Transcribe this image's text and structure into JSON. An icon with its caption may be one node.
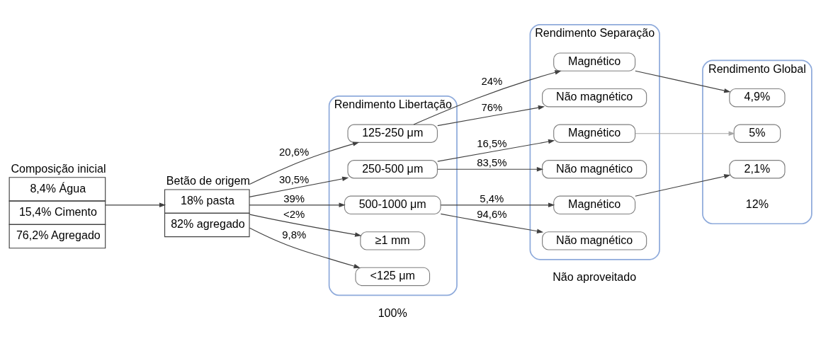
{
  "diagram": {
    "nodes": [
      {
        "text": [
          "Composição inicial",
          "8,4% Água",
          "15,4% Cimento",
          "76,2% Agregado"
        ]
      },
      {
        "text": [
          "Betão de origem",
          "18% pasta",
          "82% agregado"
        ]
      },
      {
        "text": [
          "Rendimento Libertação"
        ]
      },
      {
        "text": [
          "125-250 μm"
        ],
        "in": 2
      },
      {
        "text": [
          "250-500 μm"
        ],
        "in": 2
      },
      {
        "text": [
          "500-1000 μm"
        ],
        "in": 2
      },
      {
        "text": [
          "≥1 mm"
        ],
        "in": 2
      },
      {
        "text": [
          "<125 μm"
        ],
        "in": 2
      },
      {
        "text": [
          "Rendimento Separação"
        ]
      },
      {
        "text": [
          "Magnético"
        ],
        "in": 8
      },
      {
        "text": [
          "Não magnético"
        ],
        "in": 8
      },
      {
        "text": [
          "Magnético"
        ],
        "in": 8
      },
      {
        "text": [
          "Não magnético"
        ],
        "in": 8
      },
      {
        "text": [
          "Magnético"
        ],
        "in": 8
      },
      {
        "text": [
          "Não magnético"
        ],
        "in": 8
      },
      {
        "text": [
          "Rendimento Global"
        ]
      },
      {
        "text": [
          "4,9%"
        ],
        "in": 15
      },
      {
        "text": [
          "5%"
        ],
        "in": 15
      },
      {
        "text": [
          "2,1%"
        ],
        "in": 15
      }
    ],
    "edges": [
      {
        "from": 0,
        "to": 1,
        "arrow": "to"
      },
      {
        "from": 1,
        "to": 3,
        "arrow": "to",
        "label": "20,6%"
      },
      {
        "from": 1,
        "to": 4,
        "arrow": "to",
        "label": "30,5%"
      },
      {
        "from": 1,
        "to": 5,
        "arrow": "to",
        "label": "39%"
      },
      {
        "from": 1,
        "to": 6,
        "arrow": "to",
        "label": "<2%"
      },
      {
        "from": 1,
        "to": 7,
        "arrow": "to",
        "label": "9,8%"
      },
      {
        "from": 3,
        "to": 9,
        "arrow": "to",
        "label": "24%"
      },
      {
        "from": 3,
        "to": 10,
        "arrow": "to",
        "label": "76%"
      },
      {
        "from": 4,
        "to": 11,
        "arrow": "to",
        "label": "16,5%"
      },
      {
        "from": 4,
        "to": 12,
        "arrow": "to",
        "label": "83,5%"
      },
      {
        "from": 5,
        "to": 13,
        "arrow": "to",
        "label": "5,4%"
      },
      {
        "from": 5,
        "to": 14,
        "arrow": "to",
        "label": "94,6%"
      },
      {
        "from": 9,
        "to": 16,
        "arrow": "to"
      },
      {
        "from": 11,
        "to": 17,
        "arrow": "to",
        "color": "#a6a6a6"
      },
      {
        "from": 13,
        "to": 18,
        "arrow": "to"
      }
    ],
    "labels": [
      "100%",
      "12%",
      "Não aproveitado"
    ]
  }
}
